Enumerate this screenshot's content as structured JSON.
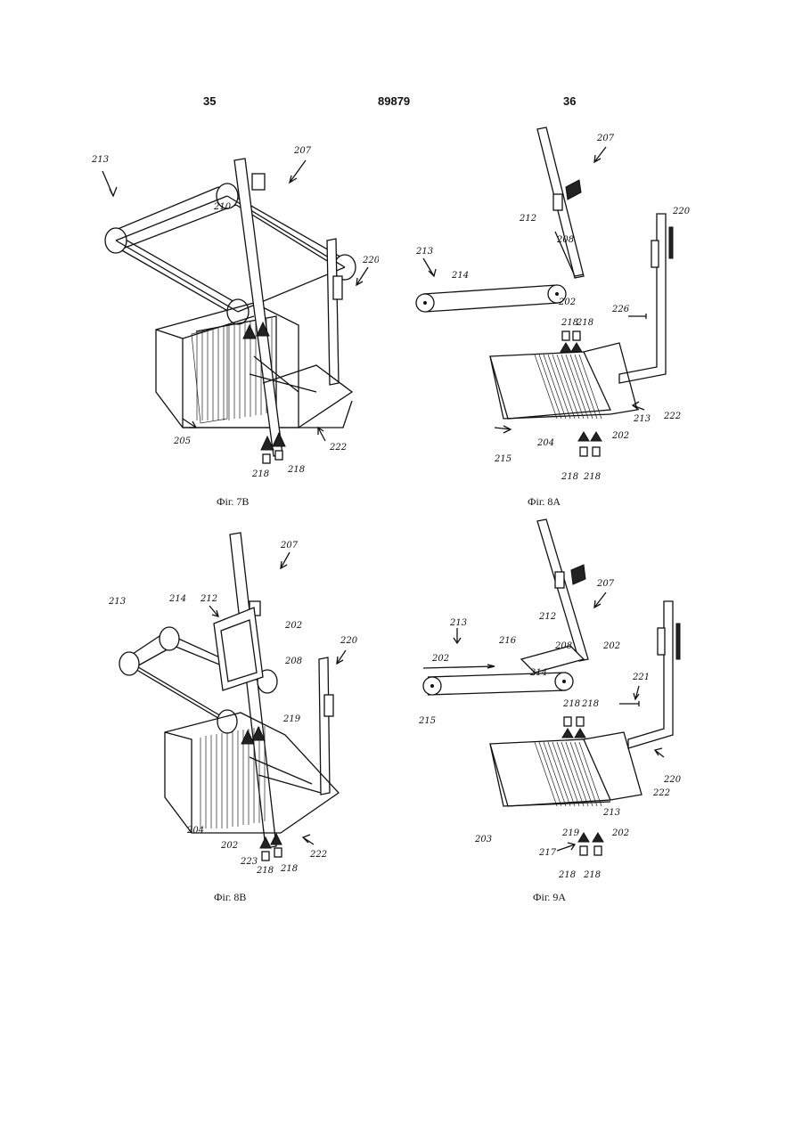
{
  "header": {
    "left_page": "35",
    "patent_number": "89879",
    "right_page": "36"
  },
  "figures": [
    {
      "id": "fig7b",
      "caption": "Фіг. 7B",
      "labels": [
        "213",
        "207",
        "210",
        "220",
        "205",
        "218",
        "218",
        "222"
      ]
    },
    {
      "id": "fig8a",
      "caption": "Фіг. 8A",
      "labels": [
        "207",
        "212",
        "208",
        "220",
        "213",
        "214",
        "202",
        "218",
        "218",
        "226",
        "213",
        "222",
        "215",
        "204",
        "202",
        "218",
        "218"
      ]
    },
    {
      "id": "fig8b",
      "caption": "Фіг. 8B",
      "labels": [
        "207",
        "213",
        "214",
        "212",
        "202",
        "208",
        "220",
        "219",
        "204",
        "202",
        "223",
        "218",
        "218",
        "222"
      ]
    },
    {
      "id": "fig9a",
      "caption": "Фіг. 9A",
      "labels": [
        "207",
        "212",
        "213",
        "216",
        "208",
        "202",
        "202",
        "214",
        "215",
        "221",
        "218",
        "218",
        "220",
        "222",
        "213",
        "203",
        "219",
        "202",
        "217",
        "218",
        "218"
      ]
    }
  ]
}
